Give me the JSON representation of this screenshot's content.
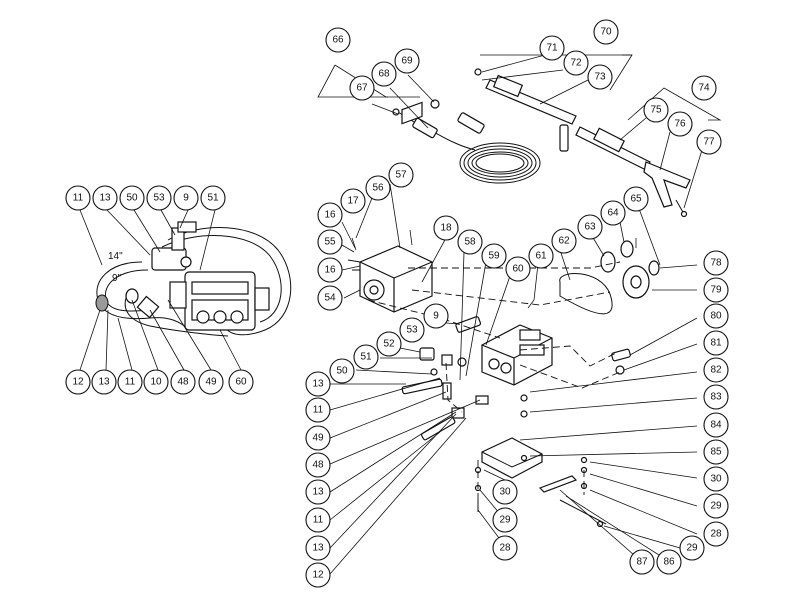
{
  "callouts": [
    "11",
    "13",
    "50",
    "53",
    "9",
    "51",
    "12",
    "13",
    "11",
    "10",
    "48",
    "49",
    "60",
    "66",
    "67",
    "68",
    "69",
    "71",
    "72",
    "70",
    "73",
    "74",
    "75",
    "76",
    "77",
    "57",
    "56",
    "16",
    "17",
    "55",
    "16",
    "54",
    "18",
    "58",
    "59",
    "60",
    "61",
    "62",
    "63",
    "64",
    "65",
    "78",
    "79",
    "9",
    "53",
    "52",
    "51",
    "50",
    "13",
    "11",
    "49",
    "48",
    "13",
    "11",
    "13",
    "12",
    "80",
    "81",
    "82",
    "83",
    "84",
    "85",
    "30",
    "29",
    "28",
    "29",
    "86",
    "87",
    "30",
    "29",
    "28"
  ],
  "dimensions": {
    "hose_long": "14\"",
    "hose_short": "9\""
  }
}
